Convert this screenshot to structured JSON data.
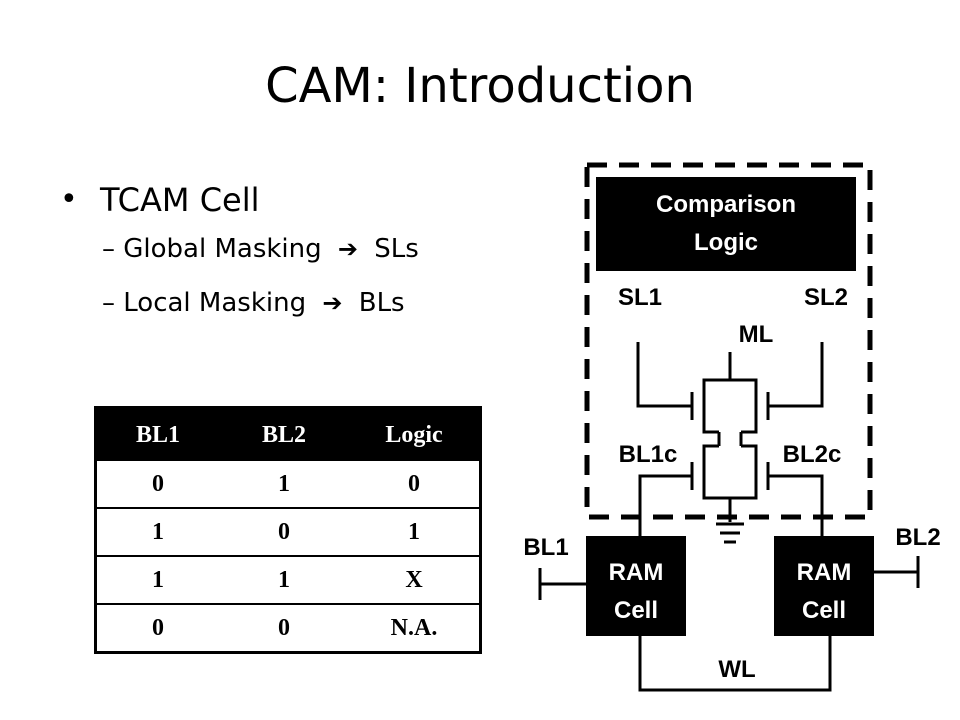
{
  "slide": {
    "title": "CAM: Introduction",
    "bullets": [
      {
        "text": "TCAM Cell",
        "sub": [
          {
            "left": "Global Masking",
            "arrow": "➔",
            "right": "SLs"
          },
          {
            "left": "Local Masking",
            "arrow": "➔",
            "right": "BLs"
          }
        ]
      }
    ]
  },
  "table": {
    "headers": [
      "BL1",
      "BL2",
      "Logic"
    ],
    "rows": [
      [
        "0",
        "1",
        "0"
      ],
      [
        "1",
        "0",
        "1"
      ],
      [
        "1",
        "1",
        "X"
      ],
      [
        "0",
        "0",
        "N.A."
      ]
    ]
  },
  "diagram": {
    "comparison_logic": [
      "Comparison",
      "Logic"
    ],
    "sl1": "SL1",
    "sl2": "SL2",
    "ml": "ML",
    "bl1c": "BL1c",
    "bl2c": "BL2c",
    "bl1": "BL1",
    "bl2": "BL2",
    "ram_cell_left": [
      "RAM",
      "Cell"
    ],
    "ram_cell_right": [
      "RAM",
      "Cell"
    ],
    "wl": "WL"
  }
}
